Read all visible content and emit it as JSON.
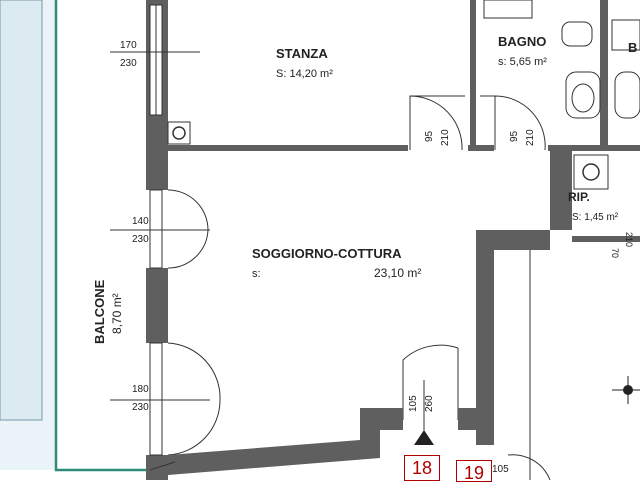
{
  "rooms": {
    "stanza": {
      "name": "STANZA",
      "area": "S: 14,20 m²"
    },
    "bagno": {
      "name": "BAGNO",
      "area": "s: 5,65 m²"
    },
    "bagno2": {
      "name": "B"
    },
    "ripostiglio": {
      "name": "RIP.",
      "area": "S: 1,45 m²"
    },
    "soggiorno": {
      "name": "SOGGIORNO-COTTURA",
      "area_prefix": "s:",
      "area_value": "23,10 m²"
    },
    "balcone": {
      "name": "BALCONE",
      "area": "8,70 m²"
    }
  },
  "openings": {
    "window_stanza": {
      "width": "170",
      "height": "230"
    },
    "window_soggiorno_top": {
      "width": "140",
      "height": "230"
    },
    "window_soggiorno_bottom": {
      "width": "180",
      "height": "230"
    },
    "door_stanza": {
      "width": "95",
      "height": "210"
    },
    "door_bagno": {
      "width": "95",
      "height": "210"
    },
    "door_rip": {
      "width": "70",
      "height": "210"
    },
    "door_entry": {
      "width": "105",
      "height": "260"
    },
    "door_unit19": {
      "width": "105"
    }
  },
  "units": [
    "18",
    "19"
  ],
  "colors": {
    "wall": "#5f5f5f",
    "balcony": "#2e8b7a",
    "unit_marker": "#b00000"
  }
}
